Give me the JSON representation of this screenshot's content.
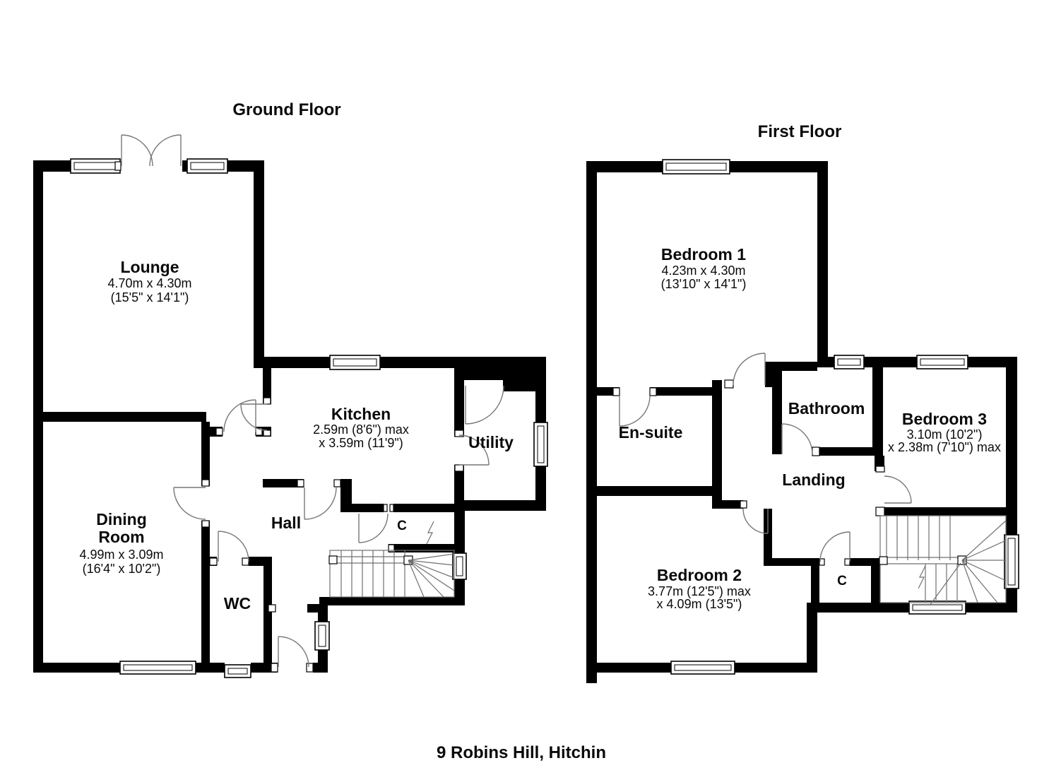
{
  "document": {
    "address": "9 Robins Hill, Hitchin"
  },
  "floors": {
    "ground": {
      "title": "Ground Floor",
      "rooms": {
        "lounge": {
          "name": "Lounge",
          "dim_metric": "4.70m x 4.30m",
          "dim_imperial": "(15'5\" x 14'1\")"
        },
        "kitchen": {
          "name": "Kitchen",
          "dim_metric": "2.59m (8'6\") max",
          "dim_imperial": "x 3.59m (11'9\")"
        },
        "utility": {
          "name": "Utility"
        },
        "dining": {
          "name_line1": "Dining",
          "name_line2": "Room",
          "dim_metric": "4.99m x 3.09m",
          "dim_imperial": "(16'4\" x 10'2\")"
        },
        "hall": {
          "name": "Hall"
        },
        "wc": {
          "name": "WC"
        },
        "cupboard": {
          "label": "C"
        }
      }
    },
    "first": {
      "title": "First Floor",
      "rooms": {
        "bedroom1": {
          "name": "Bedroom 1",
          "dim_metric": "4.23m x 4.30m",
          "dim_imperial": "(13'10\" x 14'1\")"
        },
        "ensuite": {
          "name": "En-suite"
        },
        "bathroom": {
          "name": "Bathroom"
        },
        "bedroom3": {
          "name": "Bedroom 3",
          "dim_metric": "3.10m (10'2\")",
          "dim_imperial": "x 2.38m (7'10\") max"
        },
        "landing": {
          "name": "Landing"
        },
        "bedroom2": {
          "name": "Bedroom 2",
          "dim_metric": "3.77m (12'5\") max",
          "dim_imperial": "x 4.09m (13'5\")"
        },
        "cupboard": {
          "label": "C"
        }
      }
    }
  }
}
